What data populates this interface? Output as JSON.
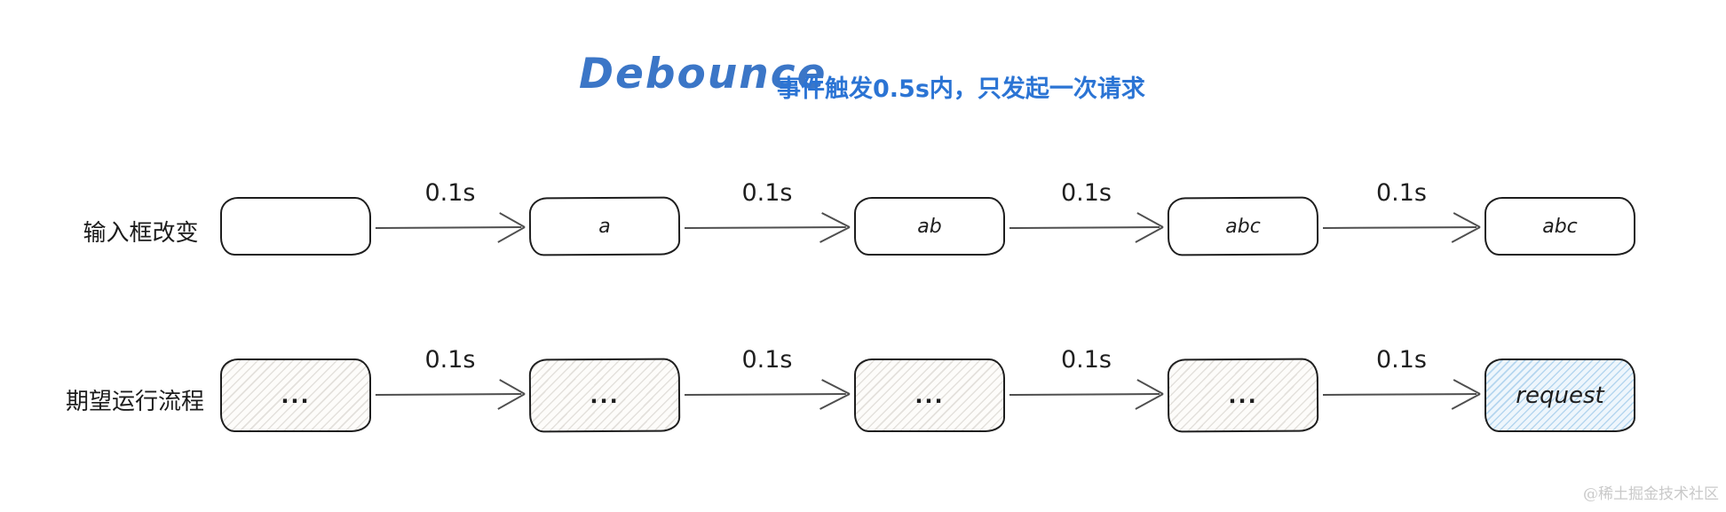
{
  "title": {
    "text": "Debounce",
    "subtitle": "事件触发0.5s内，只发起一次请求",
    "title_color": "#3b76c7",
    "subtitle_color": "#2b74d4"
  },
  "rows": [
    {
      "label": "输入框改变",
      "boxes": [
        "",
        "a",
        "ab",
        "abc",
        "abc"
      ],
      "arrows": [
        "0.1s",
        "0.1s",
        "0.1s",
        "0.1s"
      ]
    },
    {
      "label": "期望运行流程",
      "boxes": [
        "...",
        "...",
        "...",
        "...",
        "request"
      ],
      "arrows": [
        "0.1s",
        "0.1s",
        "0.1s",
        "0.1s"
      ]
    }
  ],
  "watermark": "@稀土掘金技术社区",
  "colors": {
    "box_border": "#1e1e1e",
    "arrow_stroke": "#4f4f4f",
    "hatch_gray_line": "#e2ded7",
    "hatch_blue_line": "#b5d7ef",
    "highlight_box_bg": "#eef6fc",
    "watermark_text": "#c9c9c9"
  }
}
